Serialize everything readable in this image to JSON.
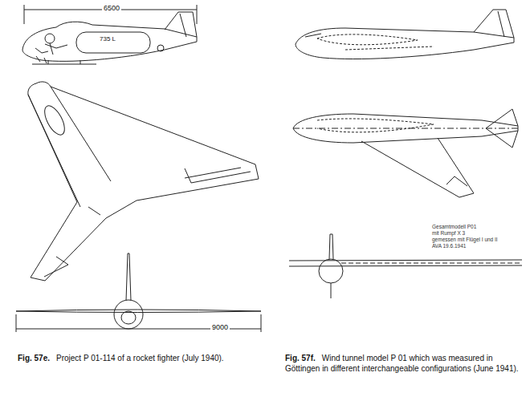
{
  "diagram": {
    "labels": [
      "Fig. 57e.",
      "Project P 01-114 of a rocket fighter (July 1940).",
      "Fig. 57f.",
      "Wind tunnel model P 01 which was measured in Göttingen in different interchangeable configurations (June 1941).",
      "6500",
      "735 L",
      "9000",
      "Gesamtmodell P01",
      "mit Rumpf X 3",
      "gemessen mit Flügel I und II",
      "AVA 19.6.1941"
    ]
  }
}
